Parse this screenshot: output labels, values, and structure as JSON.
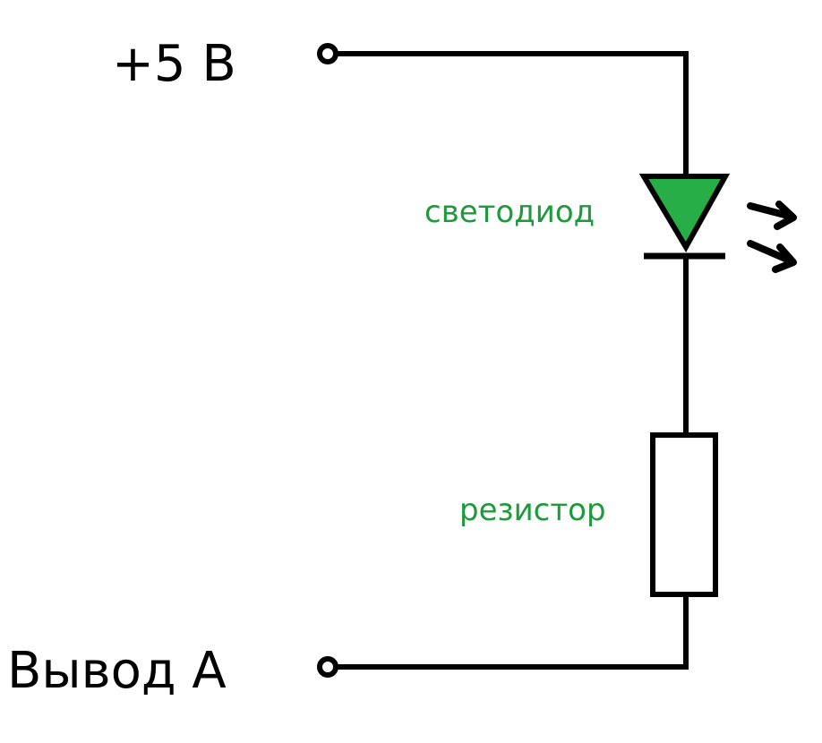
{
  "labels": {
    "supply": "+5 В",
    "output": "Вывод А",
    "led": "светодиод",
    "resistor": "резистор"
  },
  "colors": {
    "line": "#000000",
    "background": "#ffffff",
    "led_fill": "#27ae47",
    "label_text": "#1e9a3c"
  },
  "icons": {
    "terminal": "terminal-circle-icon",
    "led": "led-diode-icon",
    "light_emission": "light-arrows-icon",
    "resistor": "resistor-rect-icon"
  }
}
